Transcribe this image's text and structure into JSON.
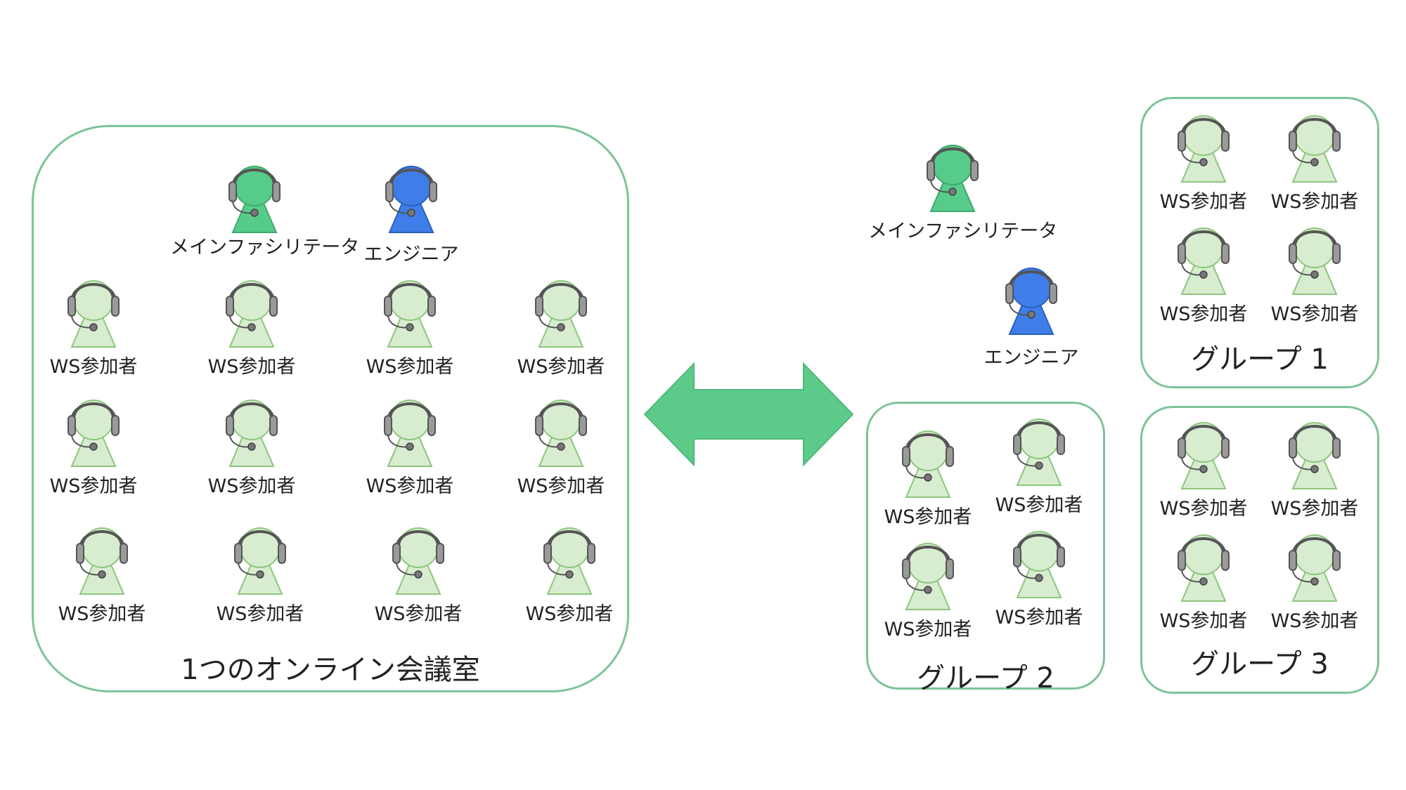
{
  "labels": {
    "participant": "WS参加者",
    "main_facilitator": "メインファシリテータ",
    "engineer": "エンジニア"
  },
  "rooms": {
    "main": "1つのオンライン会議室",
    "group1": "グループ 1",
    "group2": "グループ 2",
    "group3": "グループ 3"
  },
  "colors": {
    "participant_fill": "#d8ecd0",
    "participant_stroke": "#8cc67c",
    "facilitator_fill": "#57cc8a",
    "engineer_fill": "#3f7ee8",
    "headset": "#555555",
    "border": "#7cc497",
    "arrow": "#5ccb8a"
  },
  "icons": {
    "avatar": "headset-person-icon",
    "connector": "double-arrow-icon"
  }
}
